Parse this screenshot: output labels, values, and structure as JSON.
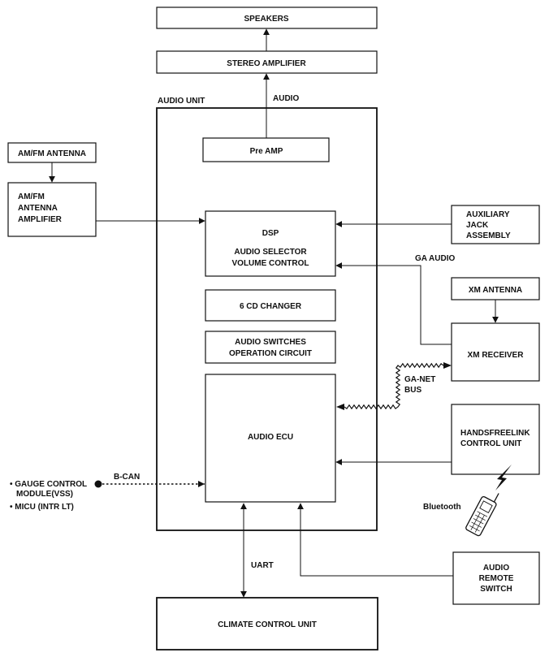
{
  "blocks": {
    "speakers": "SPEAKERS",
    "stereo_amplifier": "STEREO AMPLIFIER",
    "audio_unit": "AUDIO UNIT",
    "pre_amp": "Pre AMP",
    "am_fm_antenna": "AM/FM ANTENNA",
    "am_fm_amplifier": [
      "AM/FM",
      "ANTENNA",
      "AMPLIFIER"
    ],
    "dsp": "DSP",
    "audio_selector": [
      "AUDIO SELECTOR",
      "VOLUME CONTROL"
    ],
    "cd_changer": "6 CD CHANGER",
    "audio_switches": [
      "AUDIO SWITCHES",
      "OPERATION CIRCUIT"
    ],
    "audio_ecu": "AUDIO ECU",
    "auxiliary_jack": [
      "AUXILIARY",
      "JACK",
      "ASSEMBLY"
    ],
    "xm_antenna": "XM ANTENNA",
    "xm_receiver": "XM RECEIVER",
    "handsfreelink": [
      "HANDSFREELINK",
      "CONTROL UNIT"
    ],
    "audio_remote_switch": [
      "AUDIO",
      "REMOTE",
      "SWITCH"
    ],
    "climate_control_unit": "CLIMATE CONTROL UNIT"
  },
  "labels": {
    "audio": "AUDIO",
    "ga_audio": "GA AUDIO",
    "ga_net_bus": [
      "GA-NET",
      "BUS"
    ],
    "b_can": "B-CAN",
    "uart": "UART",
    "bluetooth": "Bluetooth"
  },
  "external_inputs": [
    [
      "• GAUGE CONTROL",
      "MODULE(VSS)"
    ],
    [
      "• MICU (INTR LT)"
    ]
  ]
}
